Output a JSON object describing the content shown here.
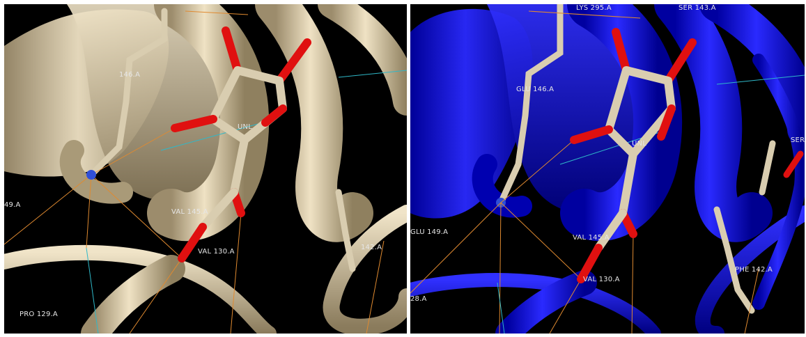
{
  "panels": {
    "left": {
      "ribbon_color": "#d8c8a4",
      "labels": [
        "146.A",
        "49.A",
        "VAL 145.A",
        "VAL 130.A",
        "142.A",
        "PRO 129.A",
        "UNL"
      ]
    },
    "right": {
      "ribbon_color": "#0a0adc",
      "labels": [
        "LYS 295.A",
        "SER 143.A",
        "GLU 146.A",
        "UNL",
        "SER",
        "GLU 149.A",
        "VAL 145.A",
        "VAL 130.A",
        "PHE 142.A",
        "28.A"
      ]
    }
  },
  "colors": {
    "background": "#000000",
    "carbon": "#d9cdb0",
    "oxygen": "#e01010",
    "nitrogen": "#2f4fd8",
    "hbond": "#e08a30",
    "contact": "#2fb8c8",
    "label": "#e6e6e6"
  }
}
